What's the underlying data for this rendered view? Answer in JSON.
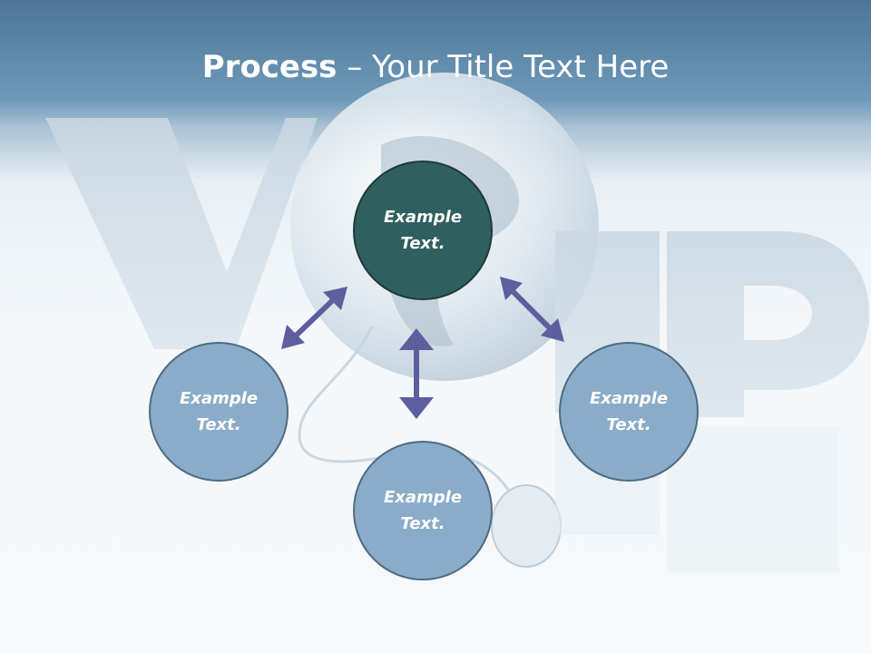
{
  "slide": {
    "title_bold": "Process",
    "title_rest": " – Your Title Text Here"
  },
  "nodes": {
    "top": {
      "line1": "Example",
      "line2": "Text."
    },
    "left": {
      "line1": "Example",
      "line2": "Text."
    },
    "right": {
      "line1": "Example",
      "line2": "Text."
    },
    "bottom": {
      "line1": "Example",
      "line2": "Text."
    }
  },
  "colors": {
    "header": "#4d7696",
    "node_fill": "#8aacc8",
    "center_fill": "#2f5f5f",
    "arrow": "#5e5e9e"
  }
}
